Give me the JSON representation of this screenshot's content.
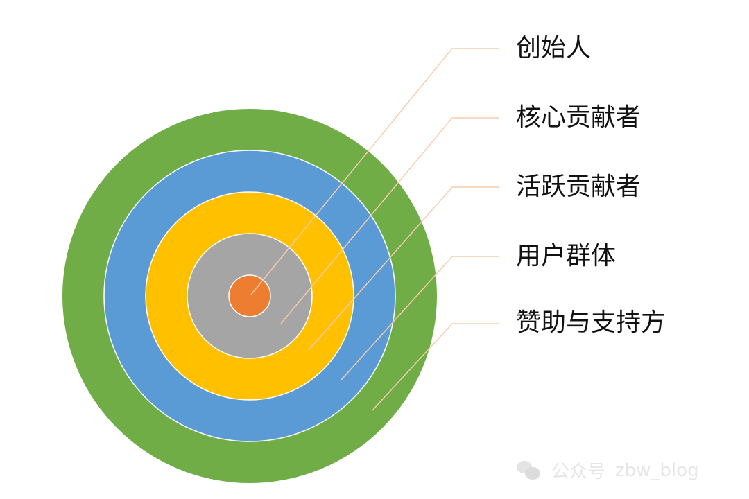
{
  "diagram": {
    "type": "concentric-circles",
    "layers": [
      {
        "label": "创始人",
        "color": "#ED7D31"
      },
      {
        "label": "核心贡献者",
        "color": "#A5A5A5"
      },
      {
        "label": "活跃贡献者",
        "color": "#FFC000"
      },
      {
        "label": "用户群体",
        "color": "#5B9BD5"
      },
      {
        "label": "赞助与支持方",
        "color": "#70AD47"
      }
    ],
    "leader_color": "#F8CBAD"
  },
  "watermark": {
    "platform": "公众号",
    "account": "zbw_blog",
    "icon": "wechat-icon"
  }
}
